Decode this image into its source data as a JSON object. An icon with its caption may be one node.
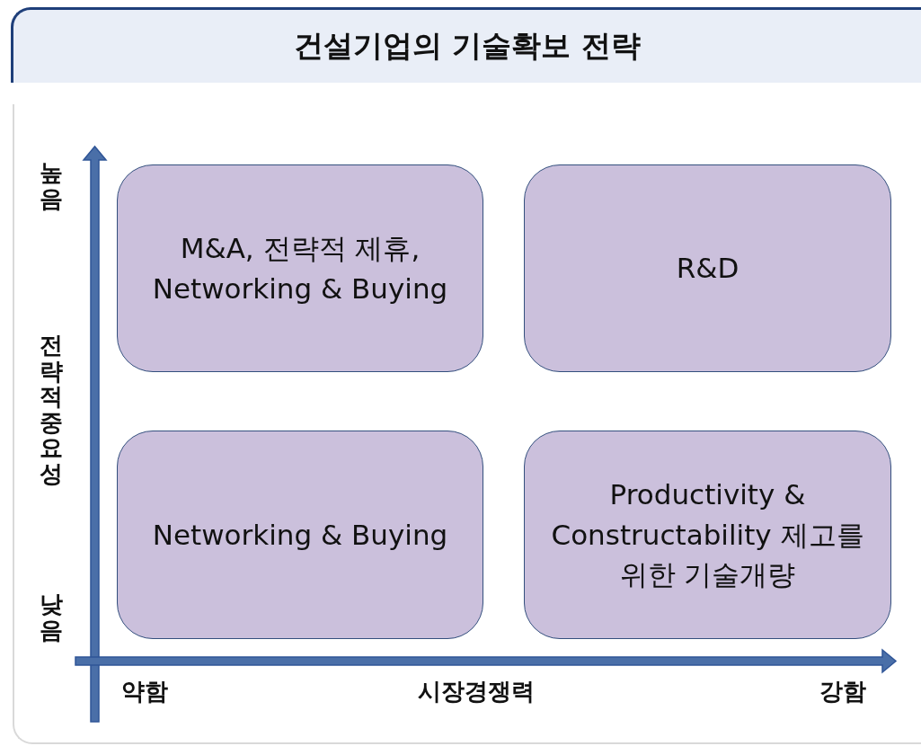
{
  "diagram": {
    "title": "건설기업의 기술확보 전략",
    "nodes": [
      {
        "text": [
          "M&A, 전략적 제휴, Networking & Buying"
        ]
      },
      {
        "text": [
          "R&D"
        ]
      },
      {
        "text": [
          "Networking & Buying"
        ]
      },
      {
        "text": [
          "Productivity & Constructability 제고를 위한 기술개량"
        ]
      }
    ],
    "labels": [
      "높음",
      "전략적 중요성",
      "낮음",
      "약함",
      "시장경쟁력",
      "강함"
    ]
  }
}
